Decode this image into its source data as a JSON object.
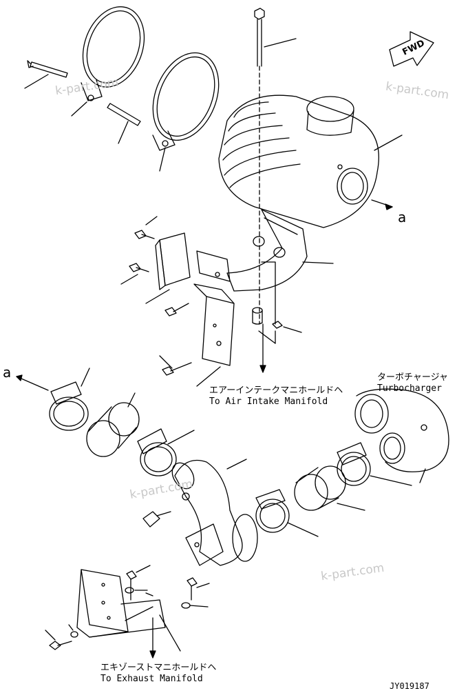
{
  "direction_marker": "FWD",
  "view_markers": {
    "top": "a",
    "left": "a"
  },
  "labels": {
    "air_intake_jp": "エアーインテークマニホールドヘ",
    "air_intake_en": "To Air Intake Manifold",
    "turbo_jp": "ターボチャージャ",
    "turbo_en": "Turbocharger",
    "exhaust_jp": "エキゾーストマニホールドヘ",
    "exhaust_en": "To Exhaust Manifold"
  },
  "watermark": "k-part.com",
  "drawing_code": "JY019187",
  "colors": {
    "line": "#000000",
    "watermark": "#c8c8c8",
    "background": "#ffffff"
  }
}
